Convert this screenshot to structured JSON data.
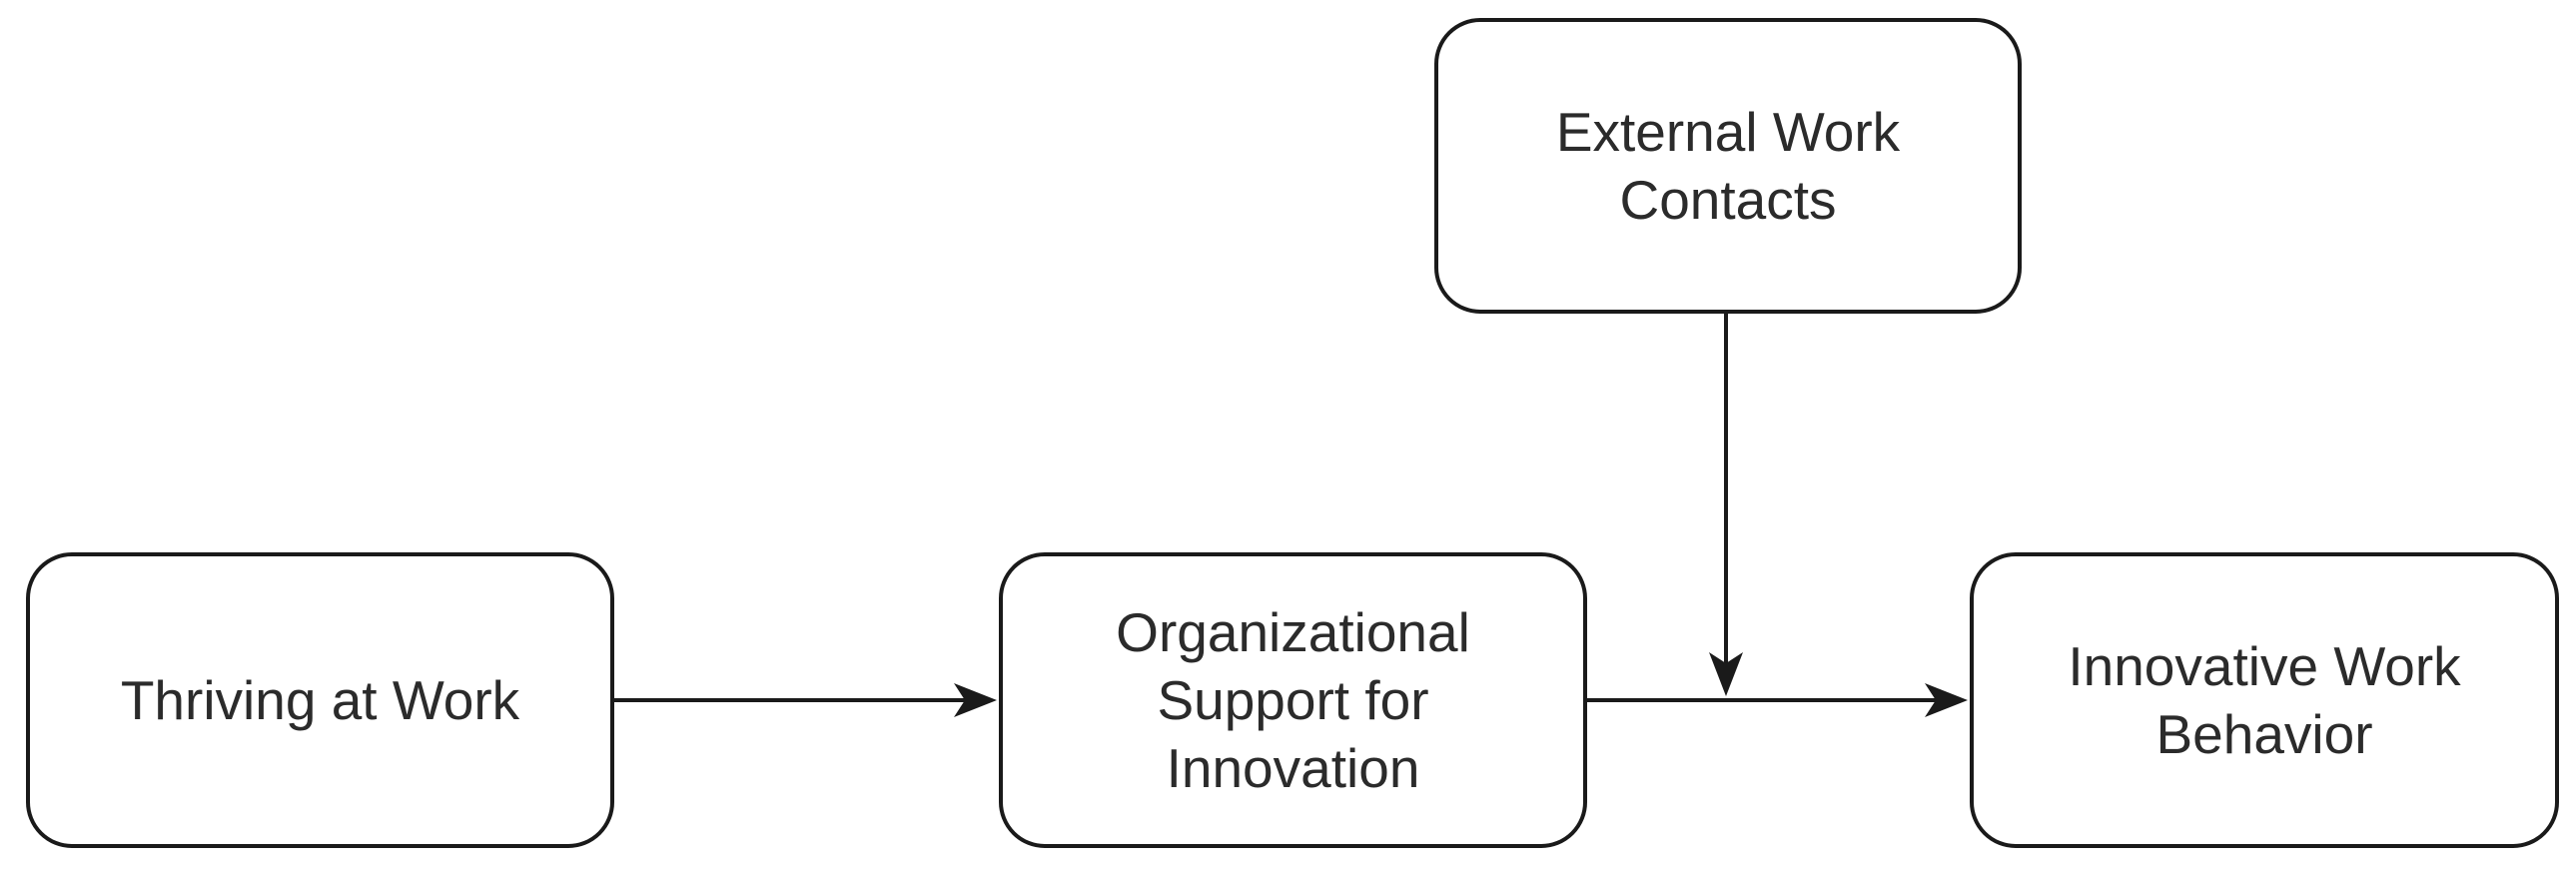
{
  "diagram": {
    "nodes": {
      "external_work_contacts": {
        "lines": [
          "External Work",
          "Contacts"
        ]
      },
      "thriving_at_work": {
        "lines": [
          "Thriving at Work"
        ]
      },
      "organizational_support": {
        "lines": [
          "Organizational",
          "Support for",
          "Innovation"
        ]
      },
      "innovative_work_behavior": {
        "lines": [
          "Innovative Work",
          "Behavior"
        ]
      }
    },
    "edges": [
      {
        "from": "thriving_at_work",
        "to": "organizational_support",
        "type": "direct"
      },
      {
        "from": "organizational_support",
        "to": "innovative_work_behavior",
        "type": "direct"
      },
      {
        "from": "external_work_contacts",
        "to": "organizational_support->innovative_work_behavior",
        "type": "moderation"
      }
    ],
    "colors": {
      "background": "#ffffff",
      "stroke": "#1a1a1a",
      "text": "#2b2b2b"
    }
  }
}
